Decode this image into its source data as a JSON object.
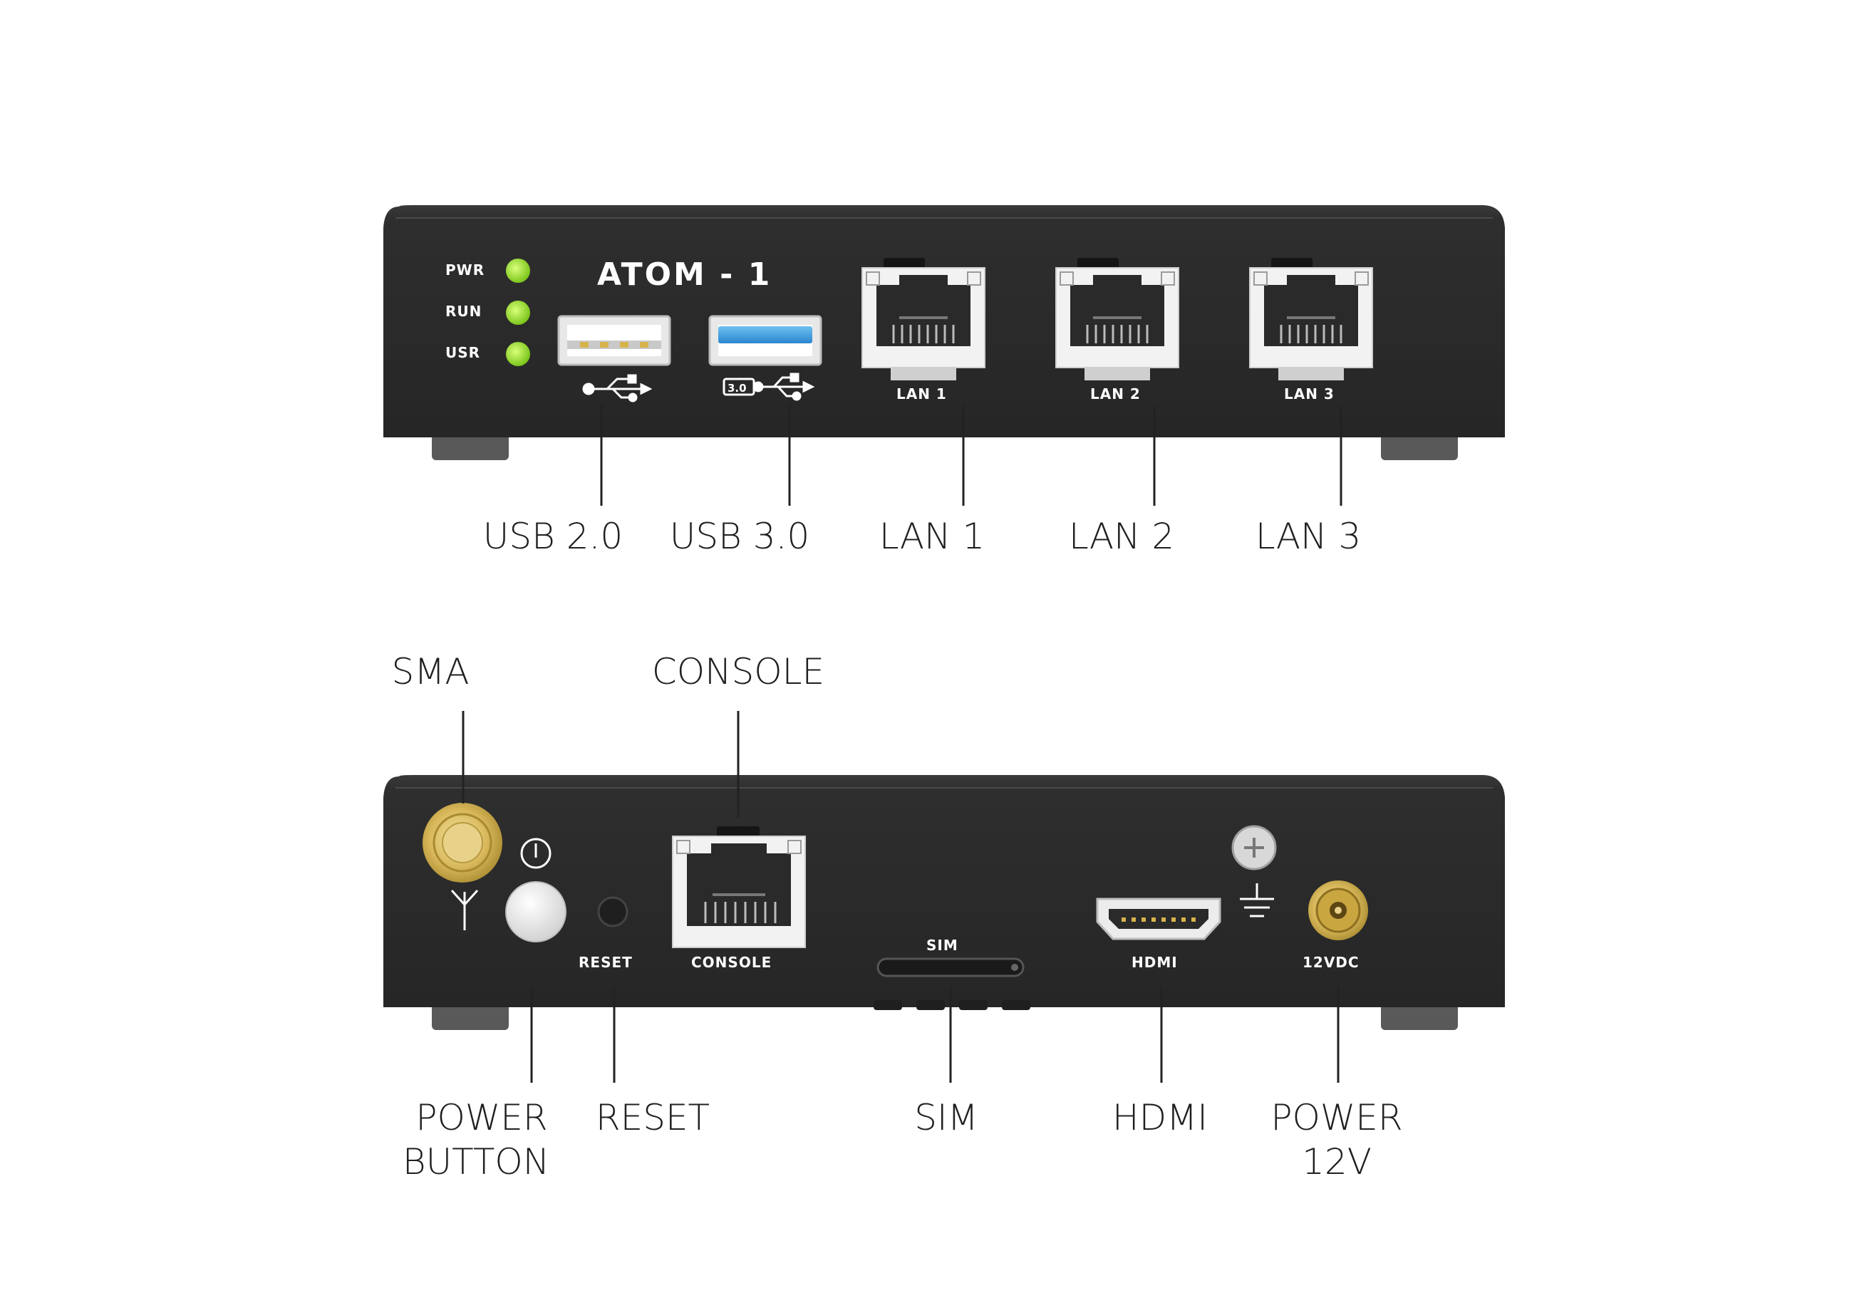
{
  "device": {
    "brand": "ATOM - 1",
    "leds": [
      "PWR",
      "RUN",
      "USR"
    ],
    "led_color": "#8fdc2a",
    "body_color": "#2b2b2b"
  },
  "front_panel": {
    "port_labels": {
      "usb3": "3.0",
      "lan1": "LAN 1",
      "lan2": "LAN 2",
      "lan3": "LAN 3"
    },
    "callouts": {
      "usb2": "USB 2.0",
      "usb3": "USB 3.0",
      "lan1": "LAN 1",
      "lan2": "LAN 2",
      "lan3": "LAN 3"
    }
  },
  "back_panel": {
    "port_labels": {
      "reset": "RESET",
      "console": "CONSOLE",
      "sim": "SIM",
      "hdmi": "HDMI",
      "power": "12VDC"
    },
    "callouts": {
      "sma": "SMA",
      "console": "CONSOLE",
      "power_button_line1": "POWER",
      "power_button_line2": "BUTTON",
      "reset": "RESET",
      "sim": "SIM",
      "hdmi": "HDMI",
      "power_line1": "POWER",
      "power_line2": "12V"
    }
  },
  "icons": [
    "led-icon",
    "usb-icon",
    "antenna-icon",
    "power-symbol-icon",
    "ground-icon",
    "screw-icon"
  ]
}
